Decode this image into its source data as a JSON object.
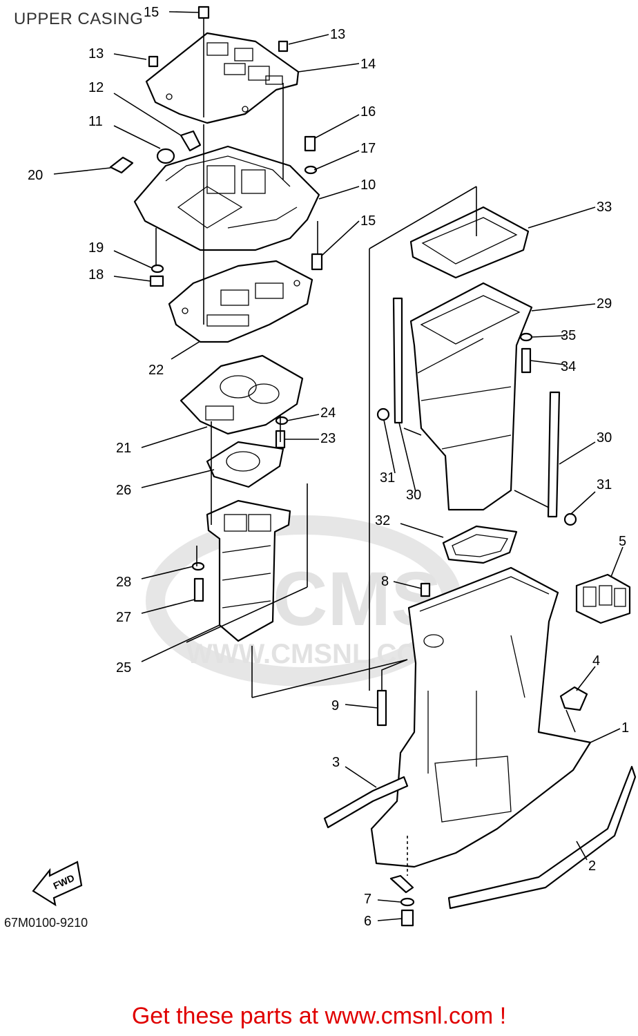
{
  "page_title": "UPPER CASING",
  "drawing_code": "67M0100-9210",
  "footer_banner": "Get these parts at www.cmsnl.com !",
  "direction_marker": "FWD",
  "watermark": {
    "logo_text": "CMS",
    "url_text": "WWW.CMSNL.COM"
  },
  "callouts": {
    "c1": "1",
    "c2": "2",
    "c3": "3",
    "c4": "4",
    "c5": "5",
    "c6": "6",
    "c7": "7",
    "c8": "8",
    "c9": "9",
    "c10": "10",
    "c11": "11",
    "c12": "12",
    "c13a": "13",
    "c13b": "13",
    "c14": "14",
    "c15a": "15",
    "c15b": "15",
    "c16": "16",
    "c17": "17",
    "c18": "18",
    "c19": "19",
    "c20": "20",
    "c21": "21",
    "c22": "22",
    "c23": "23",
    "c24": "24",
    "c25": "25",
    "c26": "26",
    "c27": "27",
    "c28": "28",
    "c29": "29",
    "c30a": "30",
    "c30b": "30",
    "c31a": "31",
    "c31b": "31",
    "c32": "32",
    "c33": "33",
    "c34": "34",
    "c35": "35"
  },
  "colors": {
    "banner": "#e00000",
    "line": "#000000",
    "watermark": "#e4e4e4"
  }
}
